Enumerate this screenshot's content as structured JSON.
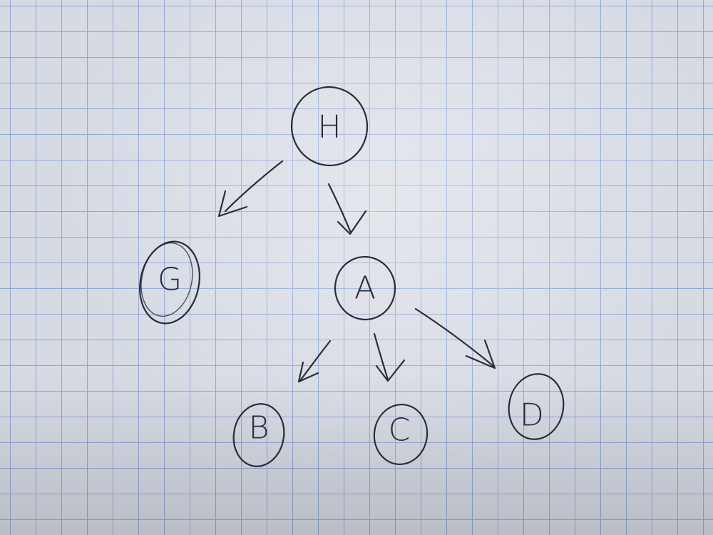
{
  "nodes": {
    "h": {
      "label": "H"
    },
    "g": {
      "label": "G"
    },
    "a": {
      "label": "A"
    },
    "b": {
      "label": "B"
    },
    "c": {
      "label": "C"
    },
    "d": {
      "label": "D"
    }
  },
  "edges": [
    {
      "from": "H",
      "to": "G"
    },
    {
      "from": "H",
      "to": "A"
    },
    {
      "from": "A",
      "to": "B"
    },
    {
      "from": "A",
      "to": "C"
    },
    {
      "from": "A",
      "to": "D"
    }
  ],
  "colors": {
    "ink": "#2a2c36",
    "grid": "#8fa6d6",
    "paper": "#d6dae3"
  }
}
